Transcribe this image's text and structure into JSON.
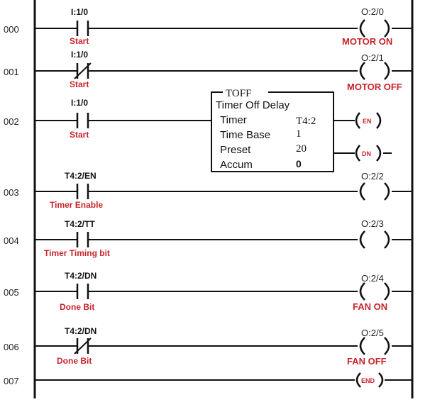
{
  "rungs": [
    {
      "number": "000",
      "contact_address": "I:1/0",
      "contact_label": "Start",
      "coil_address": "O:2/0",
      "coil_label": "MOTOR ON"
    },
    {
      "number": "001",
      "contact_address": "I:1/0",
      "contact_label": "Start",
      "coil_address": "O:2/1",
      "coil_label": "MOTOR OFF"
    },
    {
      "number": "002",
      "contact_address": "I:1/0",
      "contact_label": "Start"
    },
    {
      "number": "003",
      "contact_address": "T4:2/EN",
      "contact_label": "Timer Enable",
      "coil_address": "O:2/2",
      "coil_label": ""
    },
    {
      "number": "004",
      "contact_address": "T4:2/TT",
      "contact_label": "Timer Timing bit",
      "coil_address": "O:2/3",
      "coil_label": ""
    },
    {
      "number": "005",
      "contact_address": "T4:2/DN",
      "contact_label": "Done Bit",
      "coil_address": "O:2/4",
      "coil_label": "FAN ON"
    },
    {
      "number": "006",
      "contact_address": "T4:2/DN",
      "contact_label": "Done Bit",
      "coil_address": "O:2/5",
      "coil_label": "FAN OFF"
    },
    {
      "number": "007"
    }
  ],
  "timer_block": {
    "title": "TOFF",
    "subtitle": "Timer Off Delay",
    "timer_label": "Timer",
    "timer_value": "T4:2",
    "timebase_label": "Time Base",
    "timebase_value": "1",
    "preset_label": "Preset",
    "preset_value": "20",
    "accum_label": "Accum",
    "accum_value": "0",
    "en_output": "EN",
    "dn_output": "DN"
  },
  "end_label": "END",
  "colors": {
    "label_red": "#c8242a",
    "line": "#111111"
  }
}
